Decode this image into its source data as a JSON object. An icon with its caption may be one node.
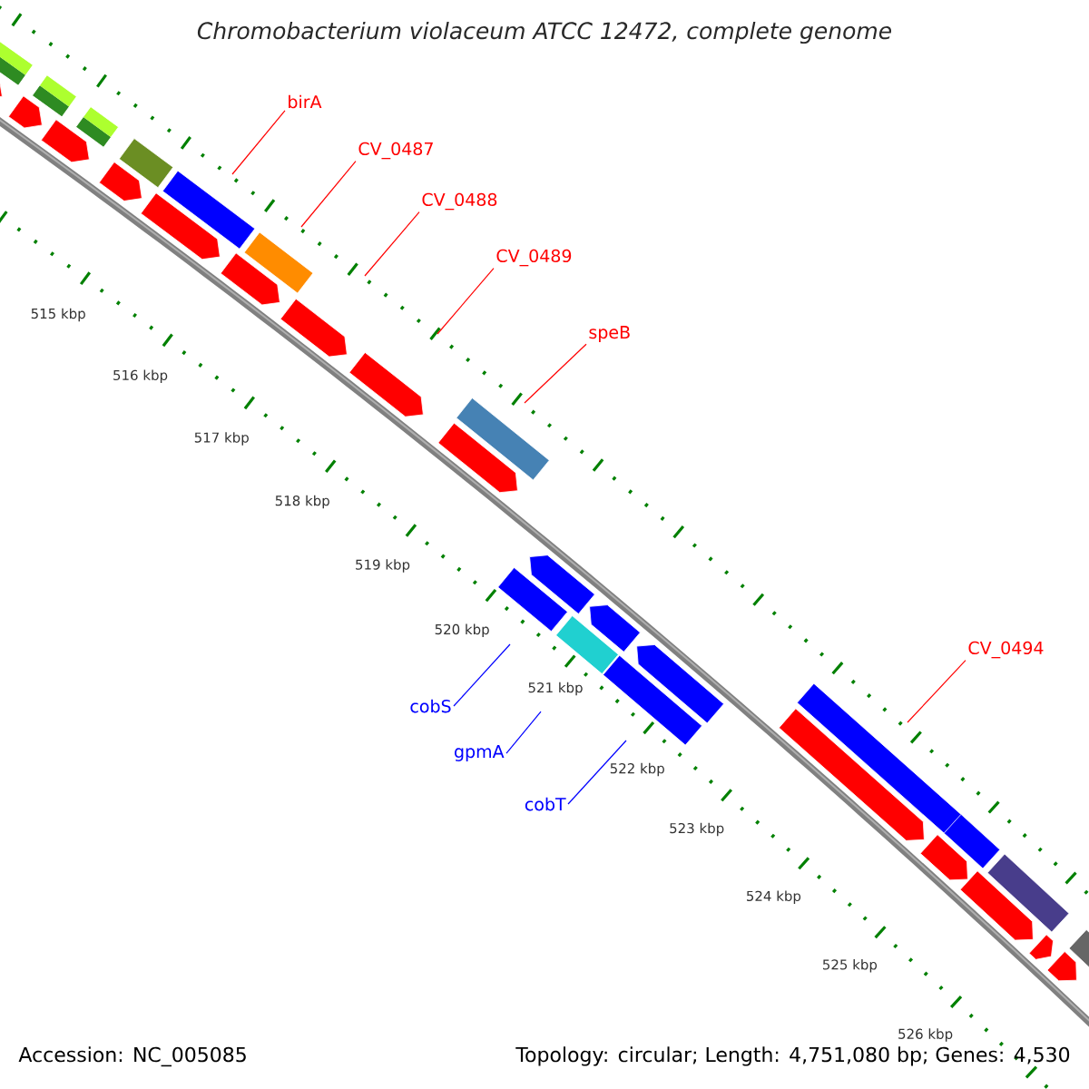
{
  "diagram": {
    "title": "Chromobacterium violaceum ATCC 12472, complete genome",
    "nodes": [
      {
        "text": [
          "birA"
        ]
      },
      {
        "text": [
          "CV_0487"
        ]
      },
      {
        "text": [
          "CV_0488"
        ]
      },
      {
        "text": [
          "CV_0489"
        ]
      },
      {
        "text": [
          "speB"
        ]
      },
      {
        "text": [
          "CV_0494"
        ]
      },
      {
        "text": [
          "cobS"
        ]
      },
      {
        "text": [
          "gpmA"
        ]
      },
      {
        "text": [
          "cobT"
        ]
      }
    ],
    "edges": [
      {
        "from": 0,
        "to": null,
        "arrow": "none"
      },
      {
        "from": 1,
        "to": null,
        "arrow": "none"
      },
      {
        "from": 2,
        "to": null,
        "arrow": "none"
      },
      {
        "from": 3,
        "to": null,
        "arrow": "none"
      },
      {
        "from": 4,
        "to": null,
        "arrow": "none"
      },
      {
        "from": 5,
        "to": null,
        "arrow": "none"
      },
      {
        "from": 6,
        "to": null,
        "arrow": "none",
        "color": "#0000ff"
      },
      {
        "from": 7,
        "to": null,
        "arrow": "none",
        "color": "#0000ff"
      },
      {
        "from": 8,
        "to": null,
        "arrow": "none",
        "color": "#0000ff"
      }
    ],
    "labels": [
      "515 kbp",
      "516 kbp",
      "517 kbp",
      "518 kbp",
      "519 kbp",
      "520 kbp",
      "521 kbp",
      "522 kbp",
      "523 kbp",
      "524 kbp",
      "525 kbp",
      "526 kbp",
      "Accession: NC_005085",
      "Topology: circular; Length: 4,751,080 bp; Genes: 4,530"
    ]
  }
}
